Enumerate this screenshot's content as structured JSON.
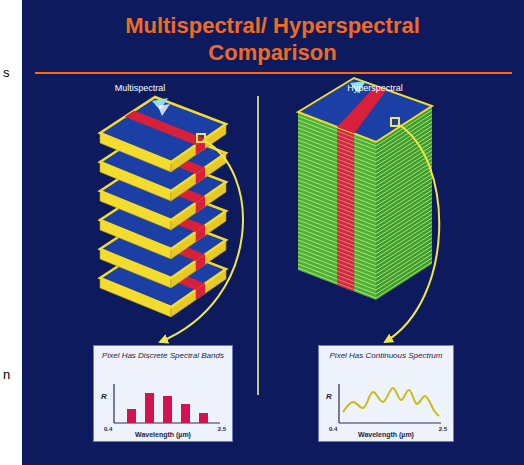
{
  "diagram": {
    "title": "Multispectral/ Hyperspectral Comparison",
    "nodes": [
      {
        "text": [
          "Pixel Has Discrete Spectral Bands",
          "R",
          "0.4",
          "Wavelength (µm)",
          "2.5"
        ]
      },
      {
        "text": [
          "Pixel Has Continuous Spectrum",
          "R",
          "0.4",
          "Wavelength (µm)",
          "2.5"
        ]
      }
    ],
    "labels": [
      "Multispectral",
      "Hyperspectral",
      "s",
      "n"
    ]
  }
}
